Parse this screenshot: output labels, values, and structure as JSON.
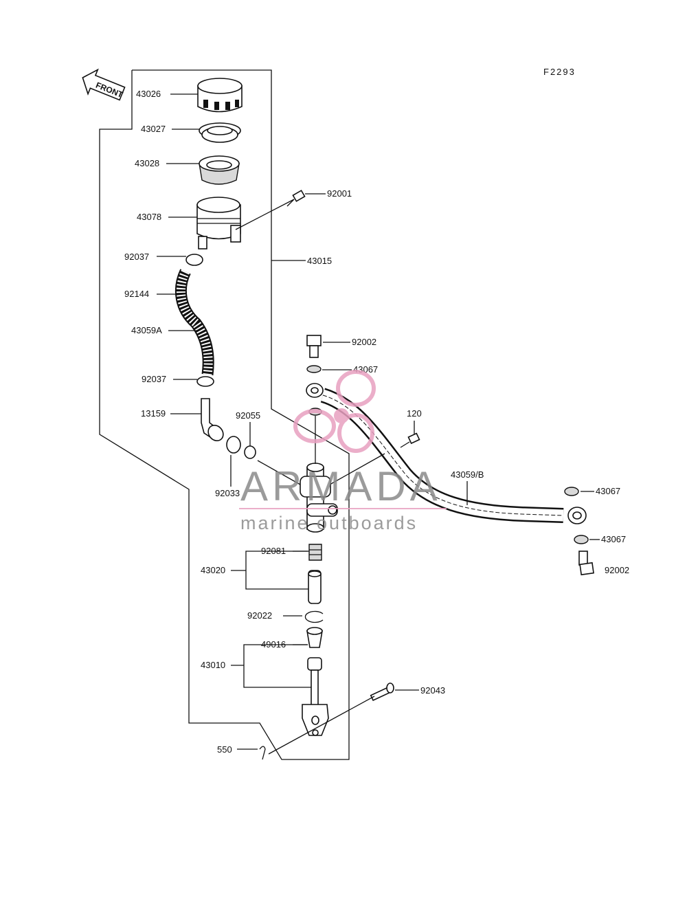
{
  "figure_code": "F2293",
  "front_label": "FRONT",
  "parts": {
    "p43026": "43026",
    "p43027": "43027",
    "p43028": "43028",
    "p43078": "43078",
    "p92001": "92001",
    "p43015": "43015",
    "p92037a": "92037",
    "p92144": "92144",
    "p43059A": "43059A",
    "p92037b": "92037",
    "p13159": "13159",
    "p92055": "92055",
    "p92033": "92033",
    "p92002a": "92002",
    "p43067a": "43067",
    "p120": "120",
    "p43059B": "43059/B",
    "p43067b": "43067",
    "p43067c": "43067",
    "p92002b": "92002",
    "p92081": "92081",
    "p43020": "43020",
    "p92022": "92022",
    "p49016": "49016",
    "p43010": "43010",
    "p92043": "92043",
    "p550": "550"
  },
  "watermark": {
    "brand": "ARMADA",
    "tagline": "marine outboards",
    "accent_color": "#e8a0c0"
  }
}
